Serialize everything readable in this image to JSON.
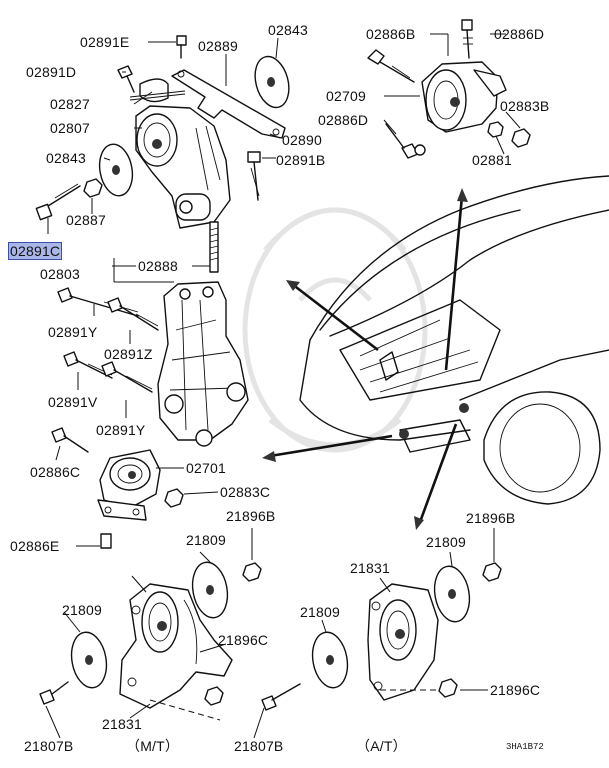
{
  "diagram": {
    "highlighted_label": "02891C",
    "labels": {
      "p02891E": "02891E",
      "p02889": "02889",
      "p02843a": "02843",
      "p02886B": "02886B",
      "p02886D": "02886D",
      "p02891D": "02891D",
      "p02827": "02827",
      "p02807": "02807",
      "p02890": "02890",
      "p02709": "02709",
      "p02883B": "02883B",
      "p02886Da": "02886D",
      "p02881": "02881",
      "p02843b": "02843",
      "p02891B": "02891B",
      "p02887": "02887",
      "p02891C": "02891C",
      "p02888": "02888",
      "p02803": "02803",
      "p02891Y1": "02891Y",
      "p02891Z": "02891Z",
      "p02891V": "02891V",
      "p02891Y2": "02891Y",
      "p02886C": "02886C",
      "p02701": "02701",
      "p02883C": "02883C",
      "p21896B1": "21896B",
      "p21896B2": "21896B",
      "p02886E": "02886E",
      "p21809a": "21809",
      "p21809b": "21809",
      "p21831a": "21831",
      "p21809c": "21809",
      "p21809d": "21809",
      "p21896Ca": "21896C",
      "p21831b": "21831",
      "p21896Cb": "21896C",
      "p21807Ba": "21807B",
      "p21807Bb": "21807B",
      "mt": "（M/T）",
      "at": "（A/T）"
    },
    "figure_code": "3HA1B72"
  }
}
